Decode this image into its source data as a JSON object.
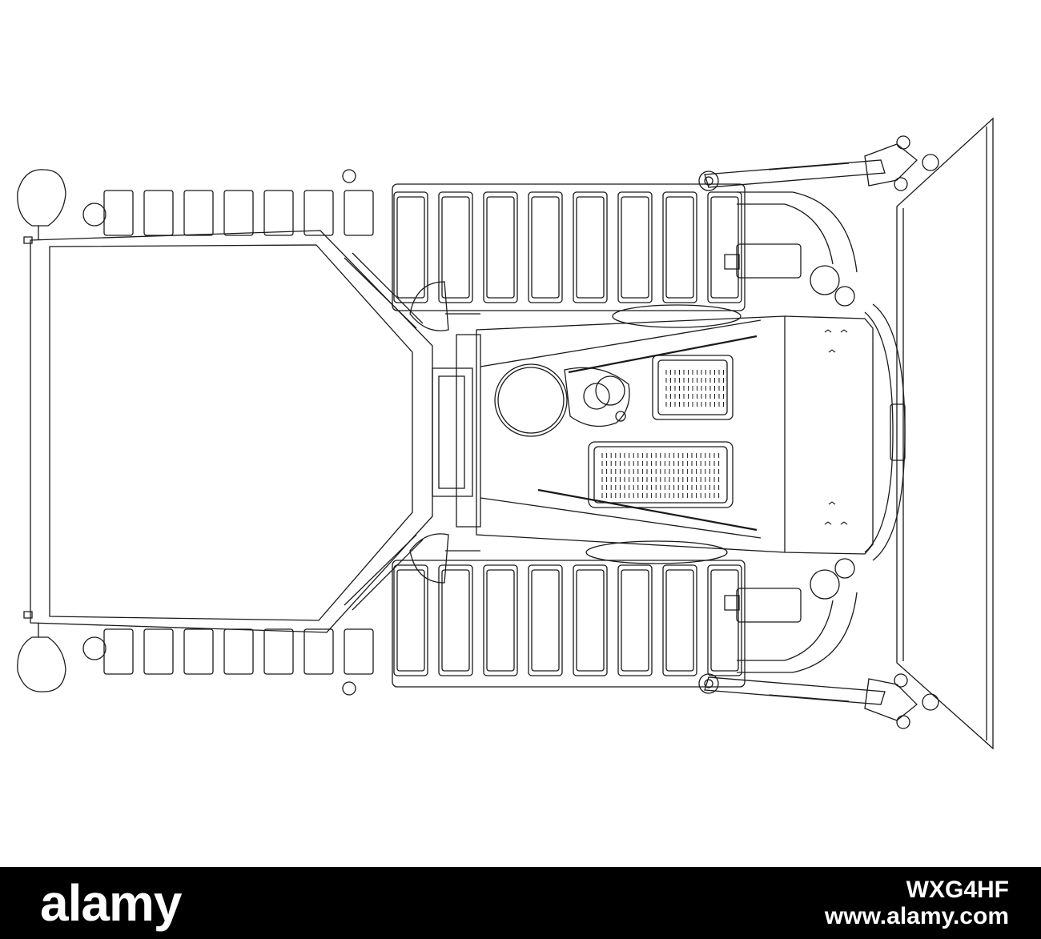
{
  "footer": {
    "brand": "alamy",
    "image_id": "WXG4HF",
    "url": "www.alamy.com",
    "background": "#000000",
    "text_color": "#ffffff"
  },
  "drawing": {
    "subject": "tracked bulldozer, top view, outline",
    "line_color": "#1a1a1a",
    "background": "#ffffff"
  }
}
